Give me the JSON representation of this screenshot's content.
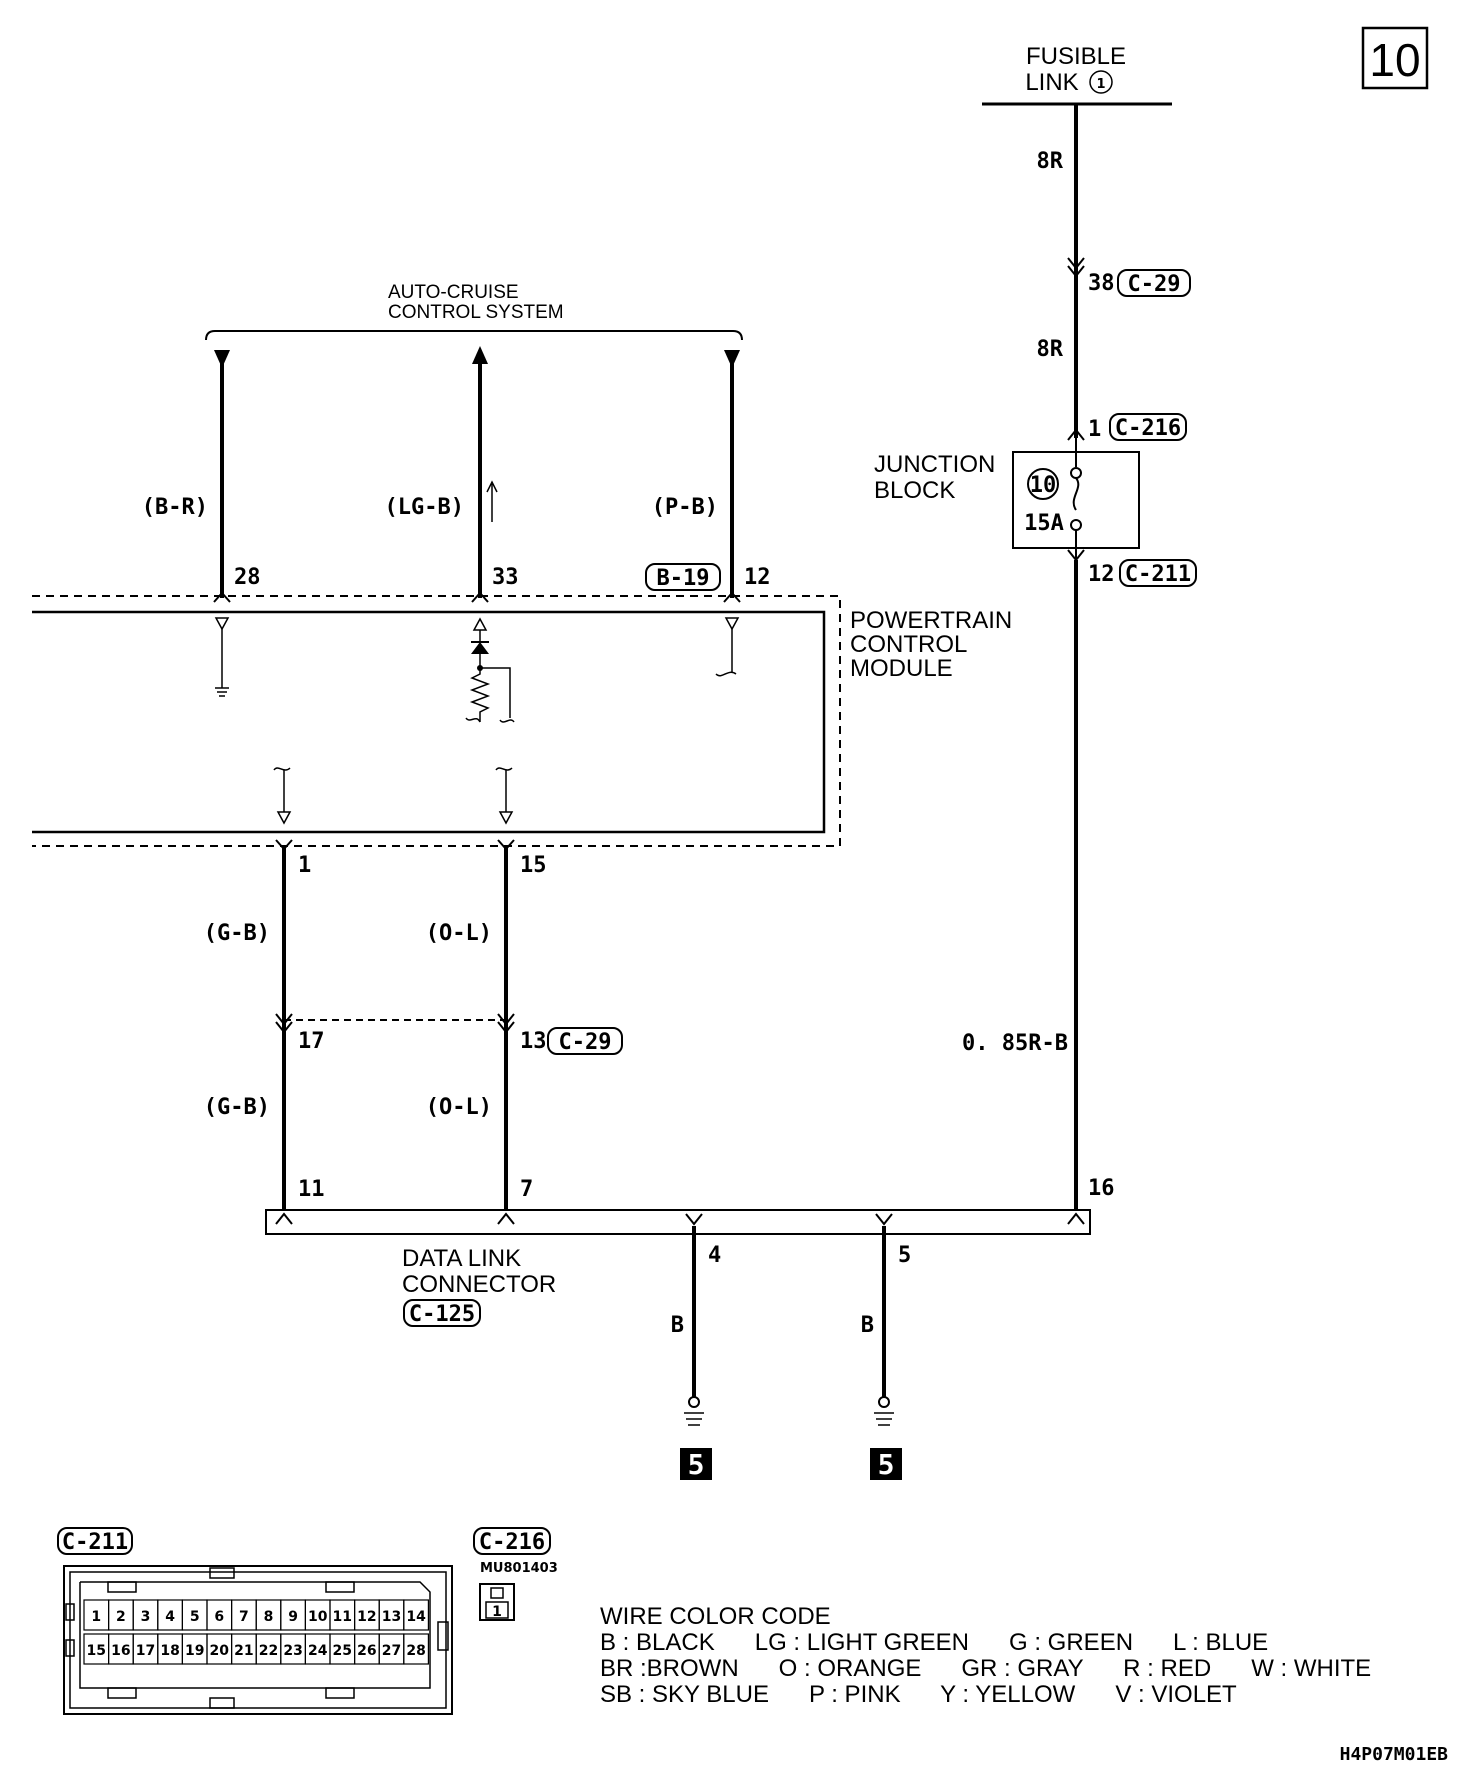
{
  "page_number": "10",
  "fusible_link": {
    "line1": "FUSIBLE",
    "line2": "LINK",
    "number": "1"
  },
  "auto_cruise": {
    "line1": "AUTO-CRUISE",
    "line2": "CONTROL SYSTEM"
  },
  "junction_block": {
    "line1": "JUNCTION",
    "line2": "BLOCK",
    "fuse_number": "10",
    "fuse_rating": "15A"
  },
  "pcm": {
    "line1": "POWERTRAIN",
    "line2": "CONTROL",
    "line3": "MODULE"
  },
  "dlc": {
    "line1": "DATA LINK",
    "line2": "CONNECTOR",
    "connector": "C-125"
  },
  "wire_codes": {
    "br": "(B-R)",
    "lgb": "(LG-B)",
    "pb": "(P-B)",
    "r8_top": "8R",
    "r8_mid": "8R",
    "gb_top": "(G-B)",
    "gb_bot": "(G-B)",
    "ol_top": "(O-L)",
    "ol_bot": "(O-L)",
    "rb": "0. 85R-B",
    "b4": "B",
    "b5": "B"
  },
  "pins": {
    "p38": "38",
    "p1_c216": "1",
    "p12_c211": "12",
    "p28": "28",
    "p33": "33",
    "p12_b19": "12",
    "p1": "1",
    "p15": "15",
    "p17": "17",
    "p13": "13",
    "p11": "11",
    "p7": "7",
    "p16": "16",
    "p4": "4",
    "p5": "5"
  },
  "connectors": {
    "c29_a": "C-29",
    "c216": "C-216",
    "c211": "C-211",
    "b19": "B-19",
    "c29_b": "C-29"
  },
  "ground_number": "5",
  "bottom_c211": {
    "label": "C-211",
    "top_row": [
      "1",
      "2",
      "3",
      "4",
      "5",
      "6",
      "7",
      "8",
      "9",
      "10",
      "11",
      "12",
      "13",
      "14"
    ],
    "bottom_row": [
      "15",
      "16",
      "17",
      "18",
      "19",
      "20",
      "21",
      "22",
      "23",
      "24",
      "25",
      "26",
      "27",
      "28"
    ]
  },
  "bottom_c216": {
    "label": "C-216",
    "part": "MU801403",
    "pin": "1"
  },
  "wire_color_code": {
    "title": "WIRE COLOR CODE",
    "line1": "B : BLACK      LG : LIGHT GREEN      G : GREEN      L : BLUE",
    "line2": "BR :BROWN      O : ORANGE      GR : GRAY      R : RED      W : WHITE",
    "line3": "SB : SKY BLUE      P : PINK      Y : YELLOW      V : VIOLET"
  },
  "drawing_code": "H4P07M01EB"
}
